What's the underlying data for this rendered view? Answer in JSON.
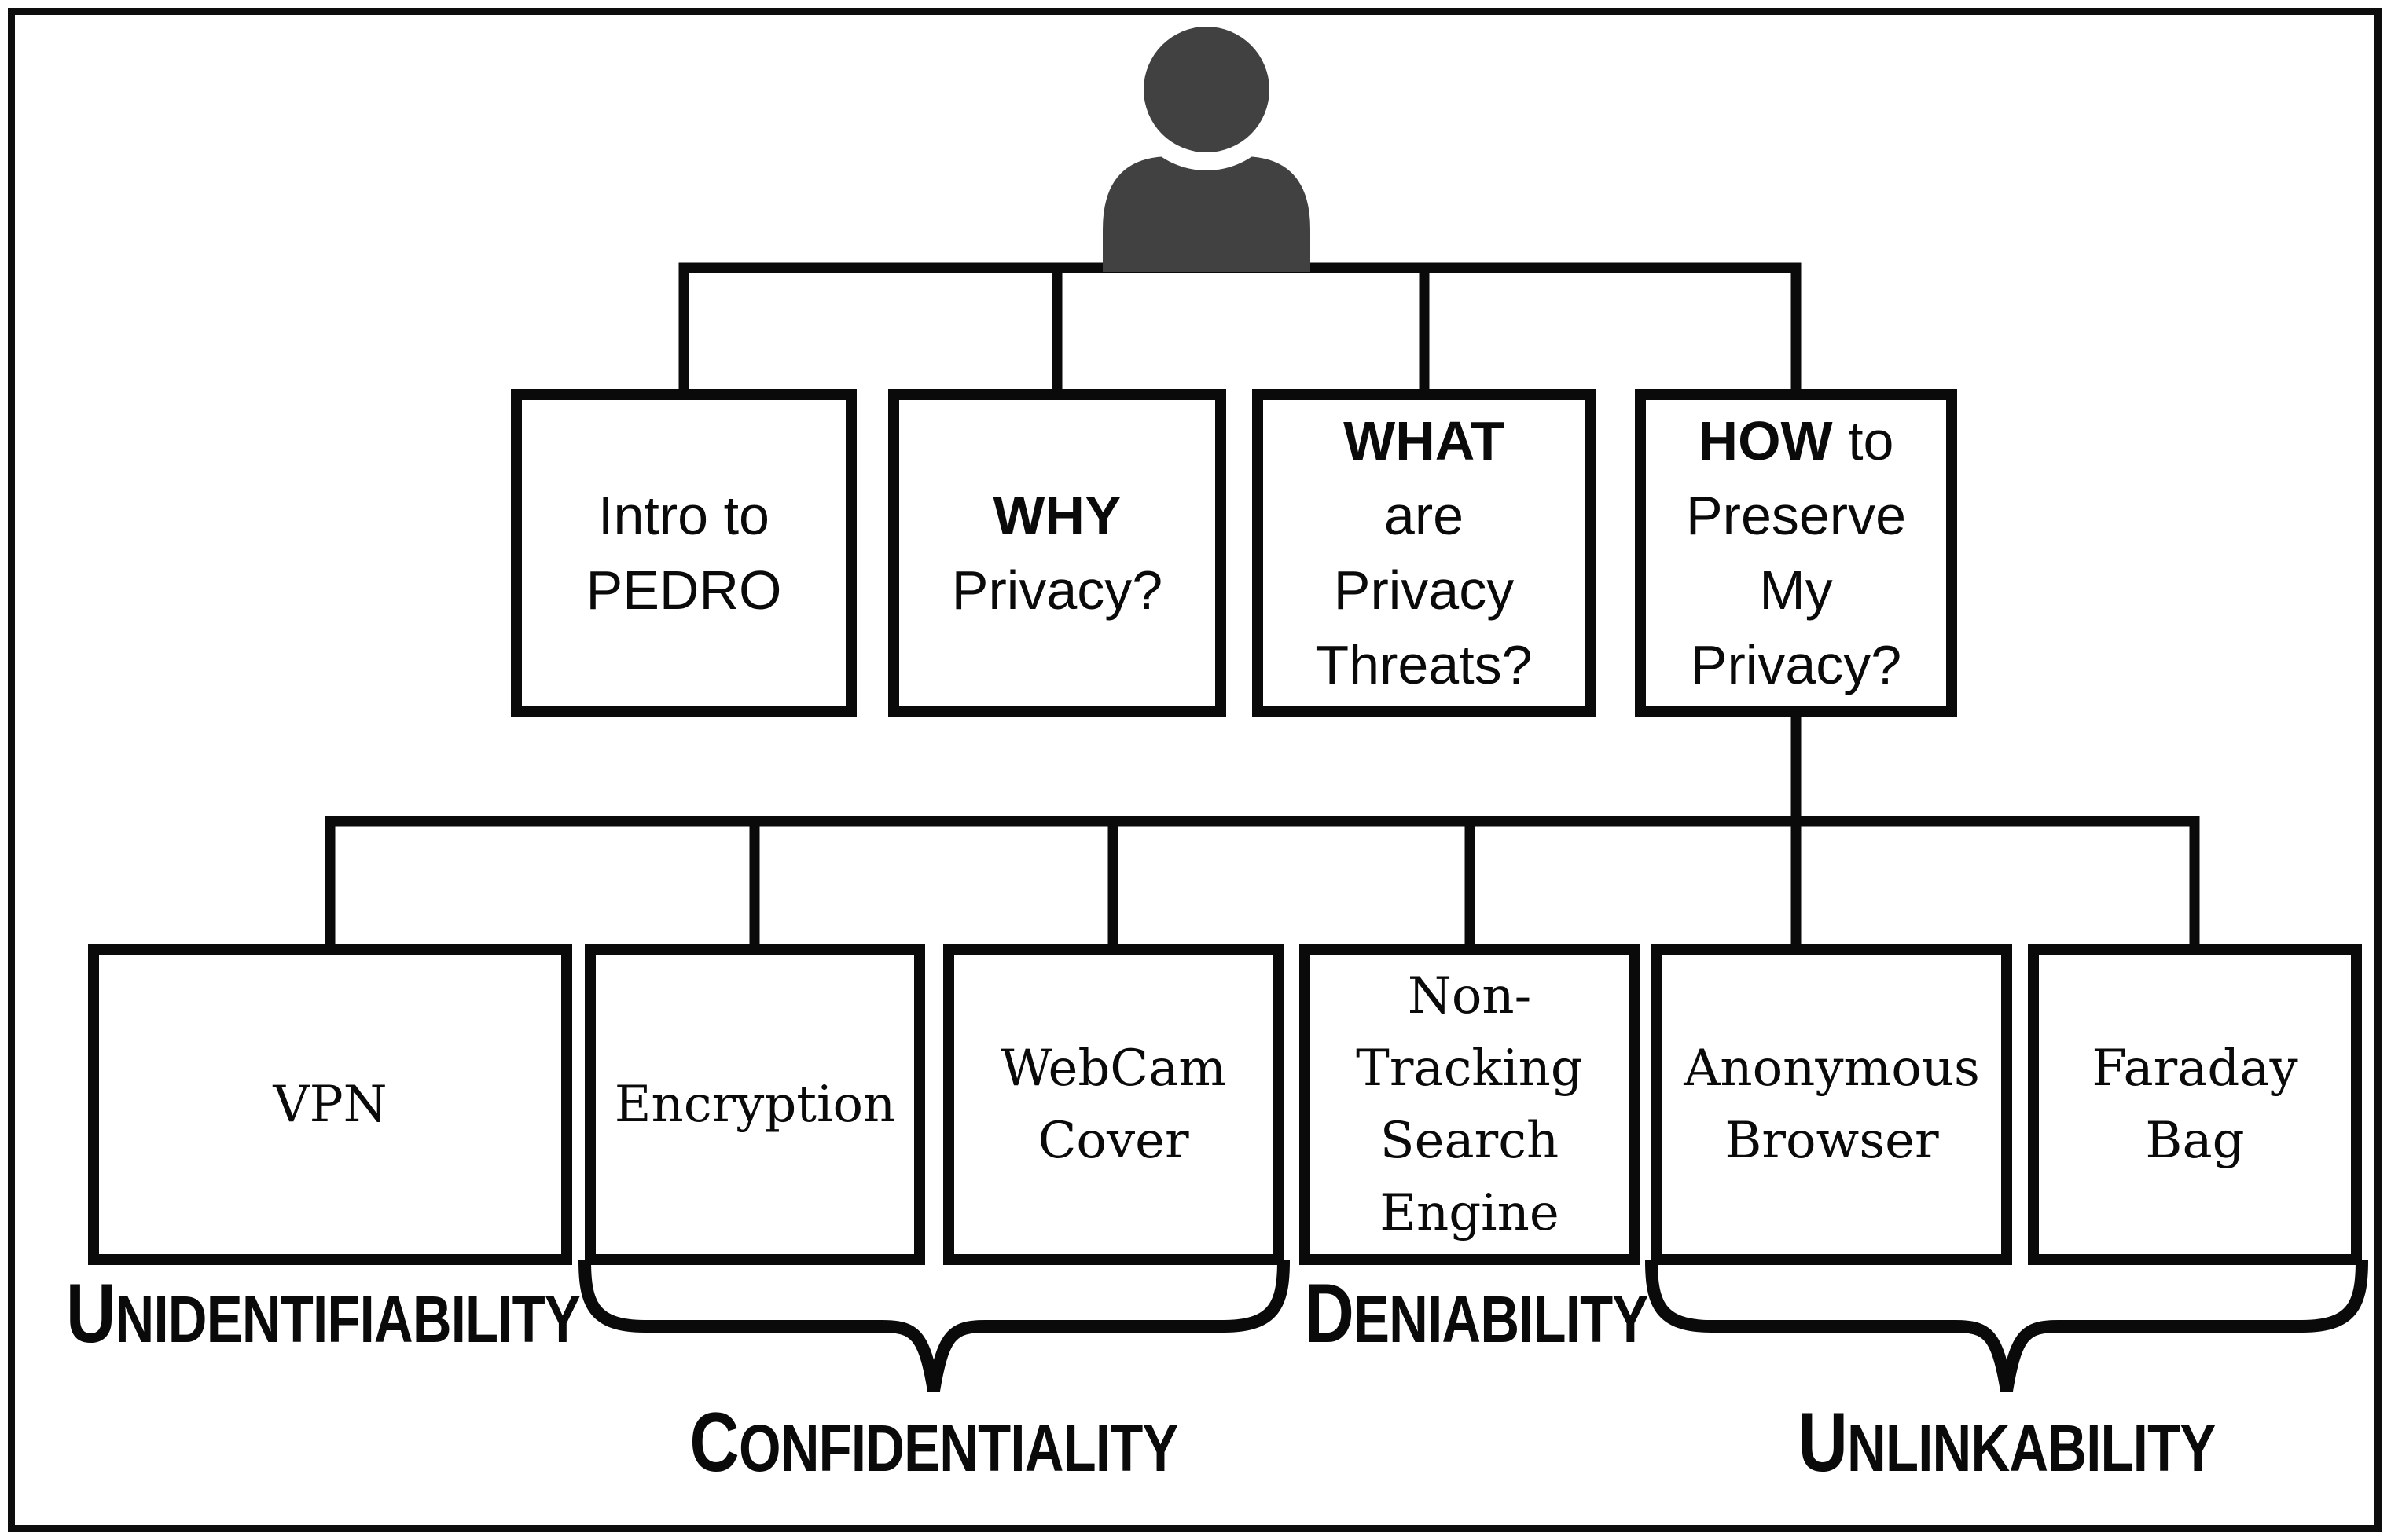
{
  "colors": {
    "ink": "#0a0a0a",
    "person_fill": "#414141",
    "background": "#ffffff"
  },
  "person_icon": "user-silhouette",
  "level1_boxes": [
    {
      "id": "intro-to-pedro",
      "lines": [
        {
          "b": "",
          "t": "Intro to"
        },
        {
          "b": "",
          "t": "PEDRO"
        }
      ]
    },
    {
      "id": "why-privacy",
      "lines": [
        {
          "b": "WHY",
          "t": ""
        },
        {
          "b": "",
          "t": "Privacy?"
        }
      ]
    },
    {
      "id": "what-are-privacy-threats",
      "lines": [
        {
          "b": "WHAT",
          "t": ""
        },
        {
          "b": "",
          "t": "are"
        },
        {
          "b": "",
          "t": "Privacy"
        },
        {
          "b": "",
          "t": "Threats?"
        }
      ]
    },
    {
      "id": "how-to-preserve-my-privacy",
      "lines": [
        {
          "b": "HOW",
          "t": " to"
        },
        {
          "b": "",
          "t": "Preserve"
        },
        {
          "b": "",
          "t": "My"
        },
        {
          "b": "",
          "t": "Privacy?"
        }
      ]
    }
  ],
  "level2_boxes": [
    {
      "id": "vpn",
      "lines": [
        "VPN"
      ]
    },
    {
      "id": "encryption",
      "lines": [
        "Encryption"
      ]
    },
    {
      "id": "webcam-cover",
      "lines": [
        "WebCam",
        "Cover"
      ]
    },
    {
      "id": "non-tracking-search-engine",
      "lines": [
        "Non-",
        "Tracking",
        "Search",
        "Engine"
      ]
    },
    {
      "id": "anonymous-browser",
      "lines": [
        "Anonymous",
        "Browser"
      ]
    },
    {
      "id": "faraday-bag",
      "lines": [
        "Faraday",
        "Bag"
      ]
    }
  ],
  "category_labels": {
    "unidentifiability": {
      "initial": "U",
      "rest": "NIDENTIFIABILITY"
    },
    "confidentiality": {
      "initial": "C",
      "rest": "ONFIDENTIALITY"
    },
    "deniability": {
      "initial": "D",
      "rest": "ENIABILITY"
    },
    "unlinkability": {
      "initial": "U",
      "rest": "NLINKABILITY"
    }
  }
}
